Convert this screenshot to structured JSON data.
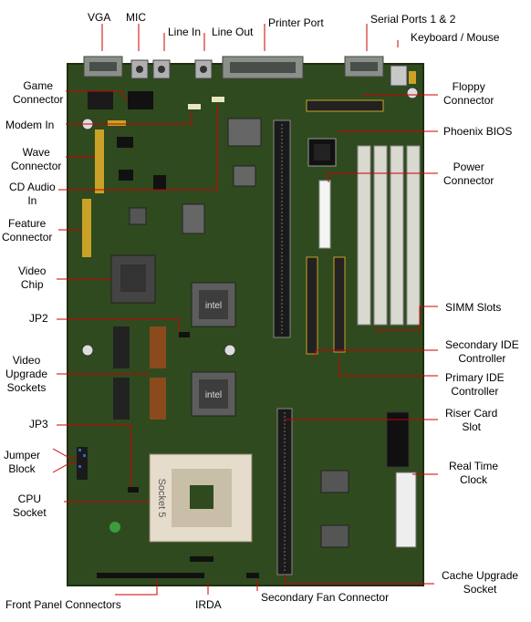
{
  "labels": {
    "vga": "VGA",
    "mic": "MIC",
    "line_in": "Line In",
    "line_out": "Line Out",
    "printer_port": "Printer Port",
    "serial_ports": "Serial Ports 1 & 2",
    "keyboard_mouse": "Keyboard / Mouse",
    "game_connector": [
      "Game",
      "Connector"
    ],
    "modem_in": "Modem In",
    "wave_connector": [
      "Wave",
      "Connector"
    ],
    "cd_audio_in": [
      "CD Audio",
      "In"
    ],
    "feature_connector": [
      "Feature",
      "Connector"
    ],
    "video_chip": [
      "Video",
      "Chip"
    ],
    "jp2": "JP2",
    "video_upgrade_sockets": [
      "Video",
      "Upgrade",
      "Sockets"
    ],
    "jp3": "JP3",
    "jumper_block": [
      "Jumper",
      "Block"
    ],
    "cpu_socket": [
      "CPU",
      "Socket"
    ],
    "front_panel_connectors": "Front Panel Connectors",
    "irda": "IRDA",
    "secondary_fan_connector": "Secondary Fan Connector",
    "floppy_connector": [
      "Floppy",
      "Connector"
    ],
    "phoenix_bios": "Phoenix BIOS",
    "power_connector": [
      "Power",
      "Connector"
    ],
    "simm_slots": "SIMM Slots",
    "secondary_ide_controller": [
      "Secondary IDE",
      "Controller"
    ],
    "primary_ide_controller": [
      "Primary IDE",
      "Controller"
    ],
    "riser_card_slot": [
      "Riser Card",
      "Slot"
    ],
    "real_time_clock": [
      "Real Time",
      "Clock"
    ],
    "cache_upgrade_socket": [
      "Cache Upgrade",
      "Socket"
    ]
  },
  "board_markings": {
    "socket": "Socket 5",
    "chip_brand": "intel"
  },
  "colors": {
    "pcb": "#2f4a1f",
    "leader": "#cc0000",
    "text": "#000000"
  }
}
